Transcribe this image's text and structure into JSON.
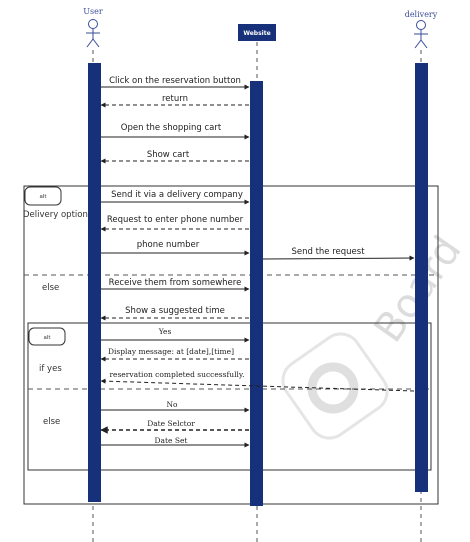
{
  "participants": {
    "user": "User",
    "website": "Website",
    "delivery": "delivery"
  },
  "messages": [
    {
      "text": "Click on the reservation button",
      "from": "user",
      "to": "website",
      "style": "solid"
    },
    {
      "text": "return",
      "from": "website",
      "to": "user",
      "style": "dashed"
    },
    {
      "text": "Open the shopping cart",
      "from": "user",
      "to": "website",
      "style": "solid"
    },
    {
      "text": "Show cart",
      "from": "website",
      "to": "user",
      "style": "dashed"
    },
    {
      "text": "Send it via a delivery company",
      "from": "user",
      "to": "website",
      "style": "solid"
    },
    {
      "text": "Request to enter phone number",
      "from": "website",
      "to": "user",
      "style": "dashed"
    },
    {
      "text": "phone number",
      "from": "user",
      "to": "website",
      "style": "solid"
    },
    {
      "text": "Send the request",
      "from": "website",
      "to": "delivery",
      "style": "solid"
    },
    {
      "text": "Receive them from somewhere",
      "from": "user",
      "to": "website",
      "style": "solid"
    },
    {
      "text": "Show a suggested time",
      "from": "website",
      "to": "user",
      "style": "dashed"
    },
    {
      "text": "Yes",
      "from": "user",
      "to": "website",
      "style": "solid"
    },
    {
      "text": "Display message: at [date],[time]",
      "from": "website",
      "to": "user",
      "style": "dashed"
    },
    {
      "text": "reservation completed successfully.",
      "from": "delivery",
      "to": "user",
      "style": "dashed"
    },
    {
      "text": "No",
      "from": "user",
      "to": "website",
      "style": "solid"
    },
    {
      "text": "Date Selctor",
      "from": "website",
      "to": "user",
      "style": "dashed"
    },
    {
      "text": "Date Set",
      "from": "user",
      "to": "website",
      "style": "solid"
    }
  ],
  "fragments": {
    "outer": {
      "tag": "alt",
      "guard": "Delivery option",
      "else_label": "else"
    },
    "inner": {
      "tag": "alt",
      "guard": "if yes",
      "else_label": "else"
    }
  },
  "watermark": "Board",
  "colors": {
    "lifeline_bar": "#16307a",
    "actor": "#3a4e9a"
  }
}
